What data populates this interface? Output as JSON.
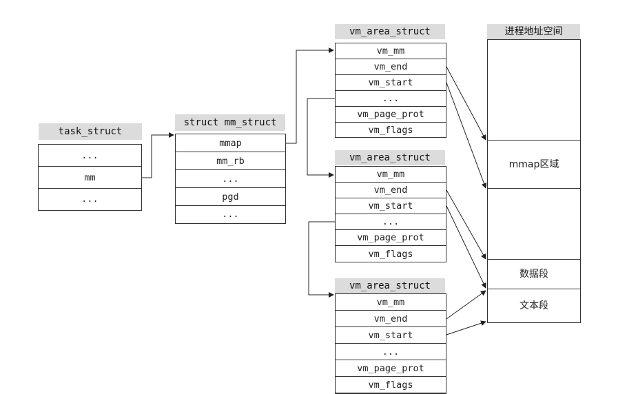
{
  "task_struct": {
    "title": "task_struct",
    "rows": [
      "...",
      "mm",
      "..."
    ]
  },
  "mm_struct": {
    "title": "struct mm_struct",
    "rows": [
      "mmap",
      "mm_rb",
      "...",
      "pgd",
      "..."
    ]
  },
  "vma": [
    {
      "title": "vm_area_struct",
      "rows": [
        "vm_mm",
        "vm_end",
        "vm_start",
        "...",
        "vm_page_prot",
        "vm_flags"
      ]
    },
    {
      "title": "vm_area_struct",
      "rows": [
        "vm_mm",
        "vm_end",
        "vm_start",
        "...",
        "vm_page_prot",
        "vm_flags"
      ]
    },
    {
      "title": "vm_area_struct",
      "rows": [
        "vm_mm",
        "vm_end",
        "vm_start",
        "...",
        "vm_page_prot",
        "vm_flags"
      ]
    }
  ],
  "address_space": {
    "title": "进程地址空间",
    "regions": [
      "",
      "mmap区域",
      "",
      "数据段",
      "文本段"
    ]
  }
}
